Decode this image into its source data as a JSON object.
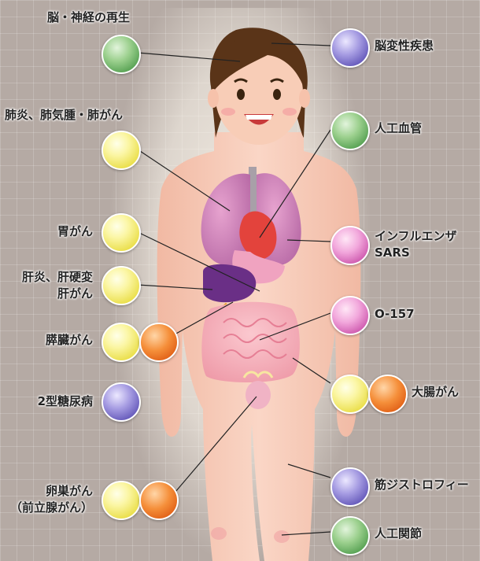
{
  "labels": {
    "brain_nerve": "脳・神経の再生",
    "lung": "肺炎、肺気腫・肺がん",
    "stomach": "胃がん",
    "liver_1": "肝炎、肝硬変",
    "liver_2": "肝がん",
    "pancreas": "膵臓がん",
    "diabetes": "2型糖尿病",
    "ovary_1": "卵巣がん",
    "ovary_2": "（前立腺がん）",
    "brain_disease": "脳変性疾患",
    "blood_vessel": "人工血管",
    "flu_1": "インフルエンザ",
    "flu_2": "SARS",
    "o157": "O-157",
    "colon": "大腸がん",
    "muscle": "筋ジストロフィー",
    "joint": "人工関節"
  },
  "colors": {
    "yellow": "#e9dd45",
    "orange": "#de5a12",
    "green": "#4c9a4a",
    "blue": "#5b4fb4",
    "pink": "#c94ea8",
    "background": "#b5aaa4",
    "skin": "#f6c8b4"
  }
}
